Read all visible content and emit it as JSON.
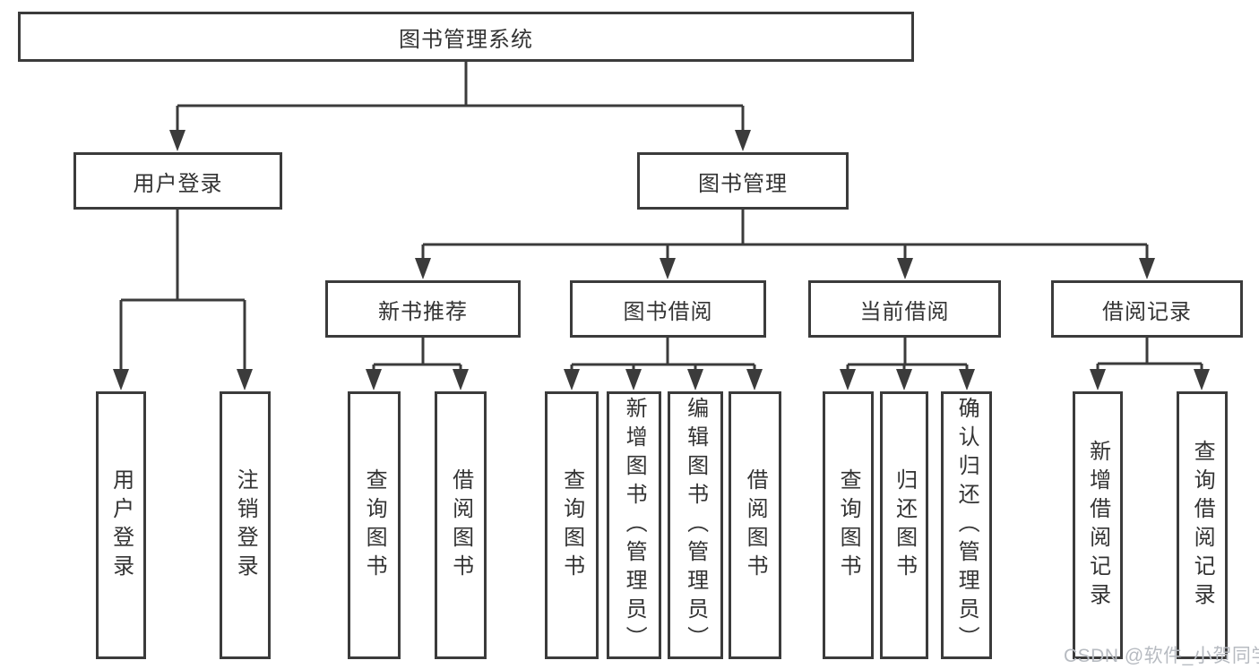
{
  "tree": {
    "label": "图书管理系统",
    "children": [
      {
        "label": "用户登录",
        "children": [
          {
            "label": "用户登录"
          },
          {
            "label": "注销登录"
          }
        ]
      },
      {
        "label": "图书管理",
        "children": [
          {
            "label": "新书推荐",
            "children": [
              {
                "label": "查询图书"
              },
              {
                "label": "借阅图书"
              }
            ]
          },
          {
            "label": "图书借阅",
            "children": [
              {
                "label": "查询图书"
              },
              {
                "label": "新增图书（管理员）"
              },
              {
                "label": "编辑图书（管理员）"
              },
              {
                "label": "借阅图书"
              }
            ]
          },
          {
            "label": "当前借阅",
            "children": [
              {
                "label": "查询图书"
              },
              {
                "label": "归还图书"
              },
              {
                "label": "确认归还（管理员）"
              }
            ]
          },
          {
            "label": "借阅记录",
            "children": [
              {
                "label": "新增借阅记录"
              },
              {
                "label": "查询借阅记录"
              }
            ]
          }
        ]
      }
    ]
  },
  "watermark": "CSDN @软件_小贺同学",
  "colors": {
    "line": "#3b3b3b",
    "ink": "#333333",
    "watermark": "#b7bbc1",
    "bg": "#ffffff"
  }
}
